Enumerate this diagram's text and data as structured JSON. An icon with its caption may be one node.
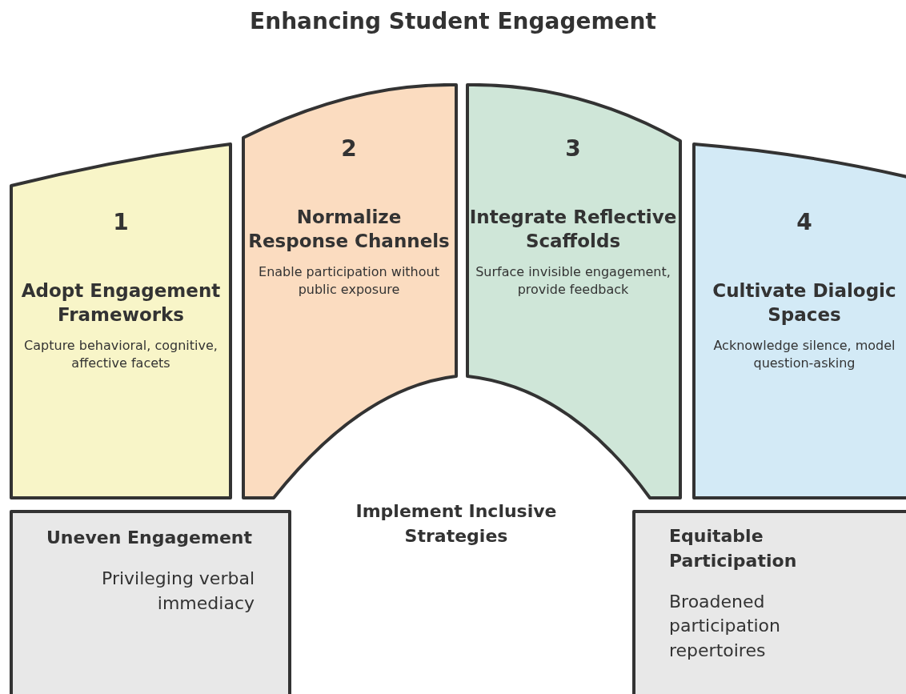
{
  "diagram": {
    "title": "Enhancing Student Engagement",
    "nodes": [
      {
        "text": [
          "1",
          "Adopt Engagement Frameworks",
          "Capture behavioral, cognitive, affective facets"
        ]
      },
      {
        "text": [
          "2",
          "Normalize Response Channels",
          "Enable participation without public exposure"
        ]
      },
      {
        "text": [
          "3",
          "Integrate Reflective Scaffolds",
          "Surface invisible engagement, provide feedback"
        ]
      },
      {
        "text": [
          "4",
          "Cultivate Dialogic Spaces",
          "Acknowledge silence, model question-asking"
        ]
      },
      {
        "text": [
          "Uneven Engagement",
          "Privileging verbal immediacy"
        ]
      },
      {
        "text": [
          "Equitable Participation",
          "Broadened participation repertoires"
        ]
      }
    ],
    "labels": [
      "Implement Inclusive Strategies"
    ]
  }
}
